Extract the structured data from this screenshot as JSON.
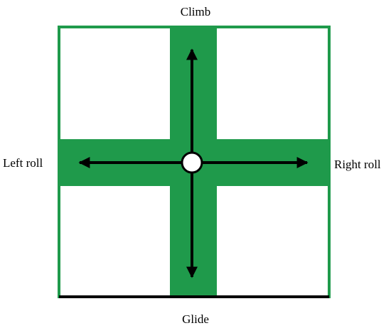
{
  "labels": {
    "top": "Climb",
    "bottom": "Glide",
    "left": "Left roll",
    "right": "Right roll"
  },
  "colors": {
    "band": "#1f9a4b",
    "border": "#1f9a4b",
    "bottom_edge": "#000000",
    "arrow": "#000000",
    "center_fill": "#ffffff"
  }
}
